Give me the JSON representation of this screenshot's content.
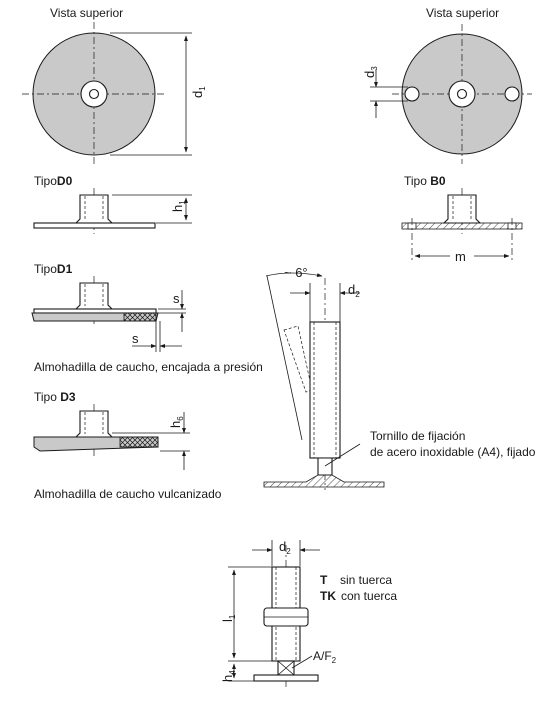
{
  "views": {
    "top_view_left": "Vista superior",
    "top_view_right": "Vista superior"
  },
  "types": {
    "d0_prefix": "Tipo",
    "d0_code": "D0",
    "b0_prefix": "Tipo ",
    "b0_code": "B0",
    "d1_prefix": "Tipo",
    "d1_code": "D1",
    "d3_prefix": "Tipo ",
    "d3_code": "D3"
  },
  "notes": {
    "pad_pressed": "Almohadilla de caucho, encajada a presión",
    "pad_vulcanized": "Almohadilla de caucho vulcanizado",
    "screw_line1": "Tornillo de fijación",
    "screw_line2": "de acero inoxidable (A4), fijado",
    "variant_t_code": "T",
    "variant_t_text": "sin tuerca",
    "variant_tk_code": "TK",
    "variant_tk_text": "con tuerca"
  },
  "dimensions": {
    "d1": {
      "main": "d",
      "sub": "1"
    },
    "d3": {
      "main": "d",
      "sub": "3"
    },
    "h1": {
      "main": "h",
      "sub": "1"
    },
    "m": "m",
    "s_vertical": "s",
    "s_horizontal": "s",
    "angle": "~ 6°",
    "d2_top": {
      "main": "d",
      "sub": "2"
    },
    "h6": {
      "main": "h",
      "sub": "6"
    },
    "d2_bottom": {
      "main": "d",
      "sub": "2"
    },
    "l1": {
      "main": "l",
      "sub": "1"
    },
    "h4": {
      "main": "h",
      "sub": "4"
    },
    "af": {
      "main": "A/F",
      "sub": "2"
    }
  }
}
